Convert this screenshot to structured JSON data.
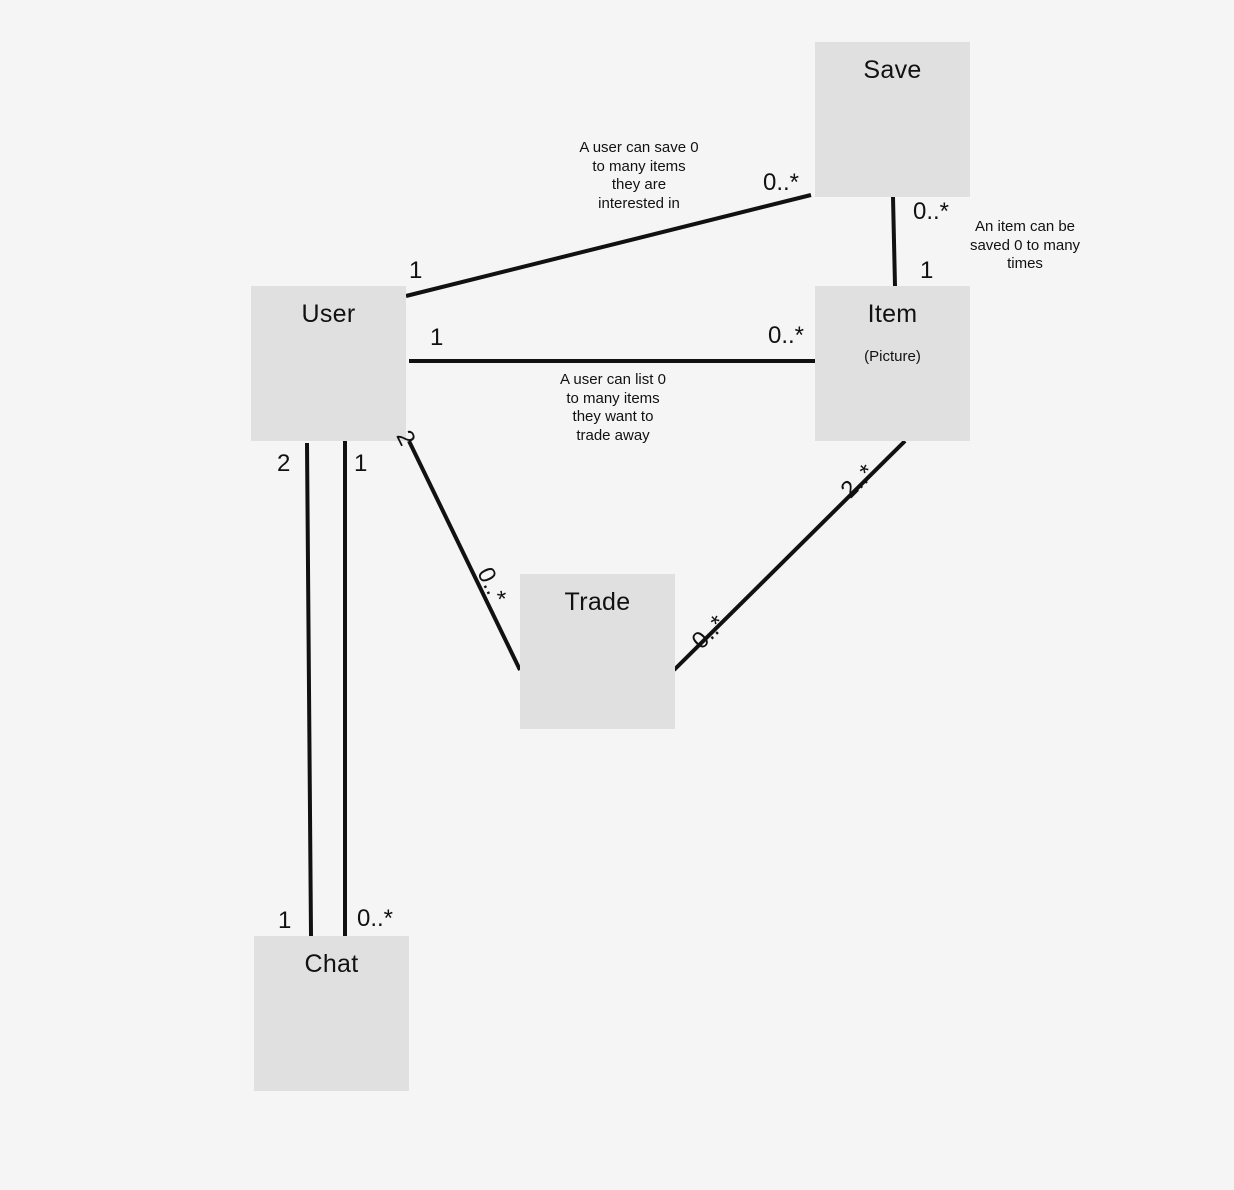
{
  "entities": {
    "save": {
      "title": "Save"
    },
    "user": {
      "title": "User"
    },
    "item": {
      "title": "Item",
      "subtitle": "(Picture)"
    },
    "trade": {
      "title": "Trade"
    },
    "chat": {
      "title": "Chat"
    }
  },
  "relationships": {
    "user_save": {
      "user_end": "1",
      "save_end": "0..*",
      "note": "A user can save 0\nto many items\nthey are\ninterested in"
    },
    "save_item": {
      "save_end": "0..*",
      "item_end": "1",
      "note": "An item can be\nsaved 0 to many\ntimes"
    },
    "user_item": {
      "user_end": "1",
      "item_end": "0..*",
      "note": "A user can list 0\nto many items\nthey want to\ntrade away"
    },
    "user_trade": {
      "user_end": "2",
      "trade_end": "0..*"
    },
    "item_trade": {
      "item_end": "2..*",
      "trade_end": "0..*"
    },
    "user_chat_a": {
      "user_end": "2",
      "chat_end": "1"
    },
    "user_chat_b": {
      "user_end": "1",
      "chat_end": "0..*"
    }
  },
  "colors": {
    "background": "#f5f5f5",
    "entity_fill": "#e0e0e0",
    "line": "#111111"
  }
}
